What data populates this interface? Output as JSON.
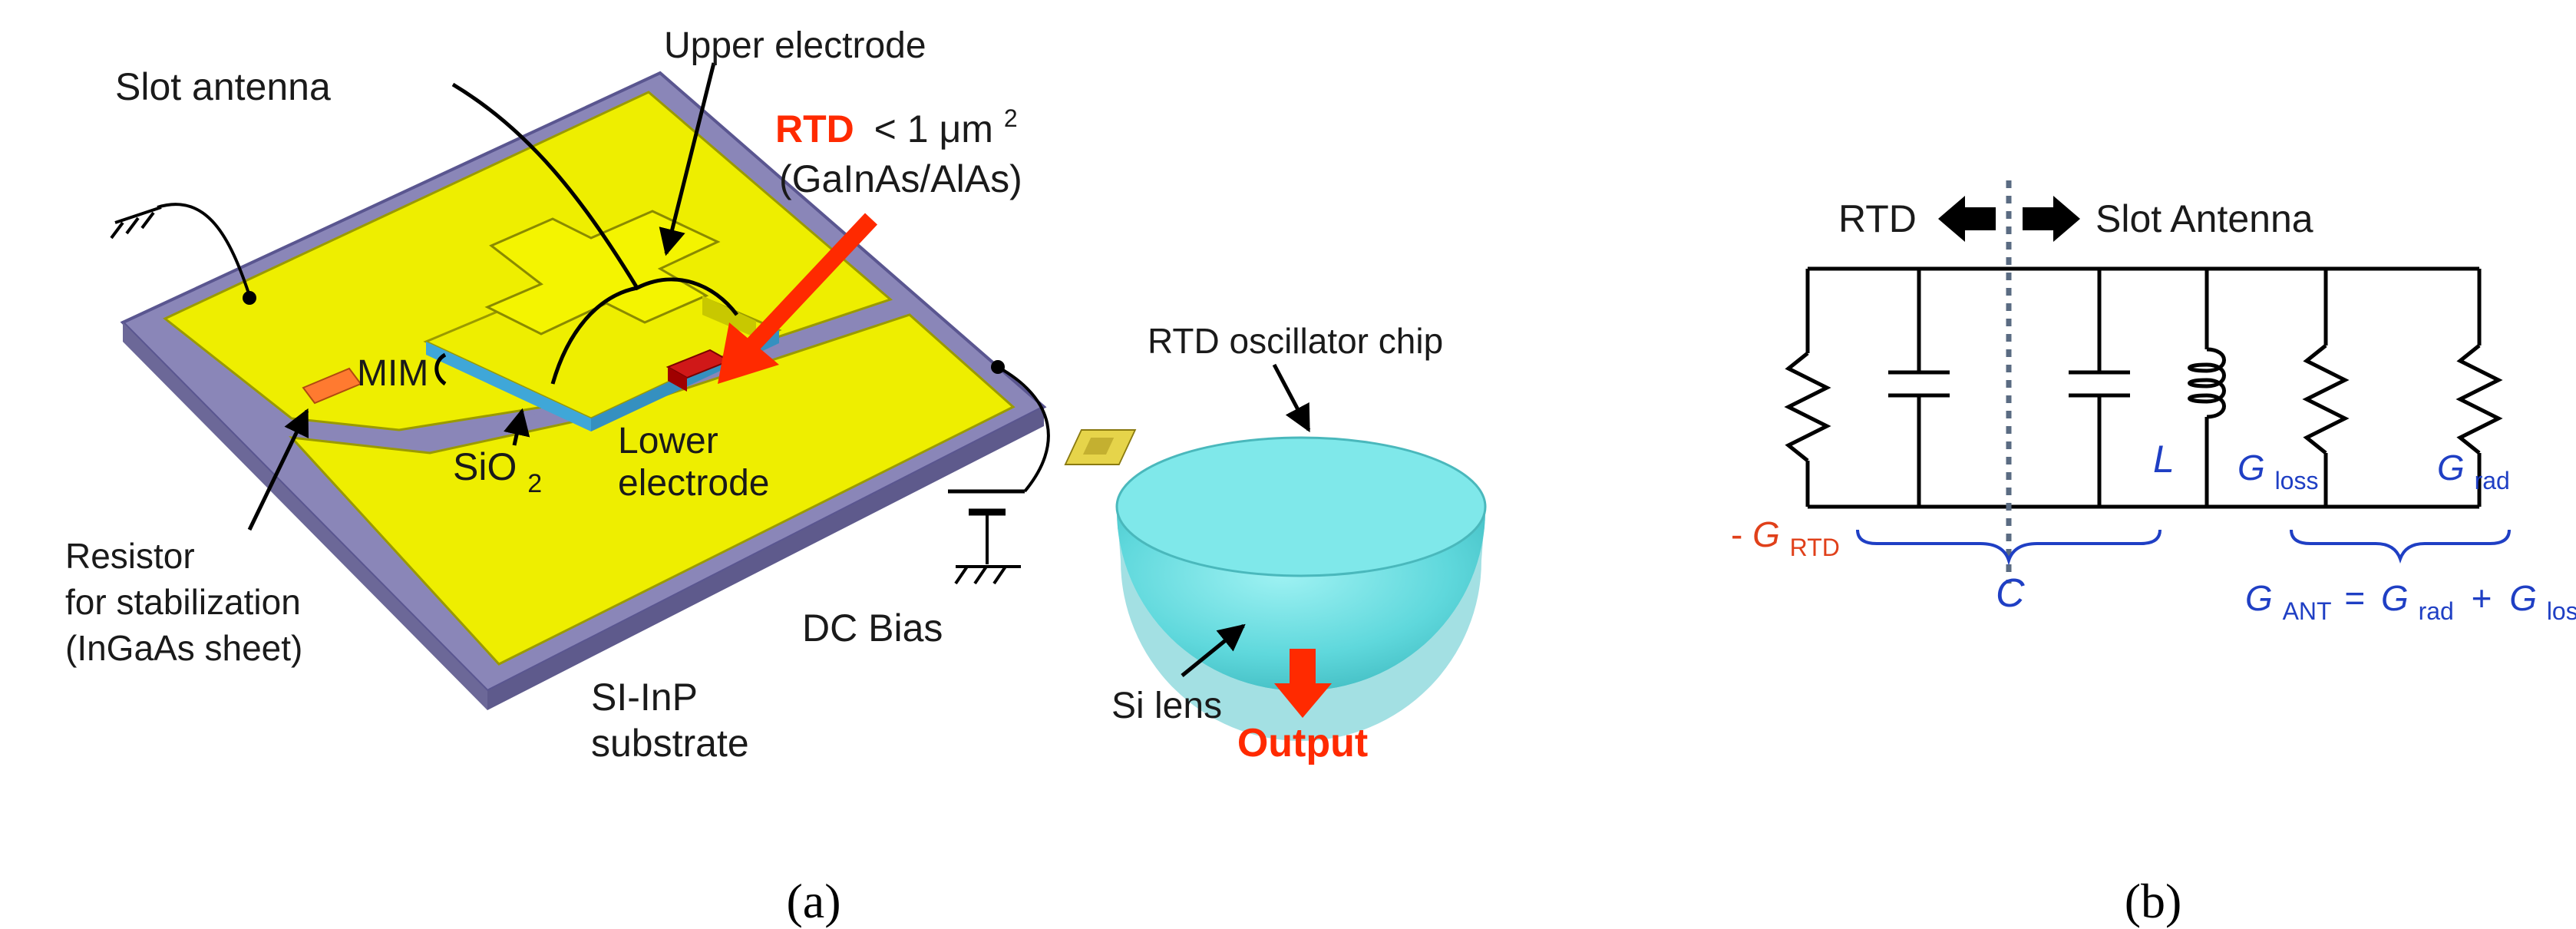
{
  "panel_a": {
    "caption": "(a)",
    "labels": {
      "slot_antenna": "Slot antenna",
      "upper_electrode": "Upper electrode",
      "rtd": "RTD",
      "rtd_size": "< 1 μm",
      "rtd_size_sup": "2",
      "rtd_material": "(GaInAs/AlAs)",
      "mim": "MIM",
      "sio2": "SiO",
      "sio2_sub": "2",
      "lower_electrode_1": "Lower",
      "lower_electrode_2": "electrode",
      "resistor_1": "Resistor",
      "resistor_2": "for stabilization",
      "resistor_3": "(InGaAs sheet)",
      "substrate_1": "SI-InP",
      "substrate_2": "substrate",
      "dc_bias": "DC Bias",
      "chip": "RTD oscillator chip",
      "lens": "Si lens",
      "output": "Output"
    },
    "colors": {
      "substrate": "#8a86b8",
      "metal": "#eeee00",
      "lens": "#6fe3e6",
      "accent": "#ff2a00",
      "resistor": "#ff7a30"
    }
  },
  "panel_b": {
    "caption": "(b)",
    "labels": {
      "rtd": "RTD",
      "slot_antenna": "Slot Antenna",
      "neg_g_prefix": "-",
      "g": "G",
      "rtd_sub": "RTD",
      "c": "C",
      "l": "L",
      "loss_sub": "loss",
      "rad_sub": "rad",
      "ant_sub": "ANT",
      "eq": "=",
      "plus": "+"
    },
    "colors": {
      "param": "#1f3fc4",
      "rtd_param": "#e0401a",
      "divider": "#5a6b82"
    }
  }
}
